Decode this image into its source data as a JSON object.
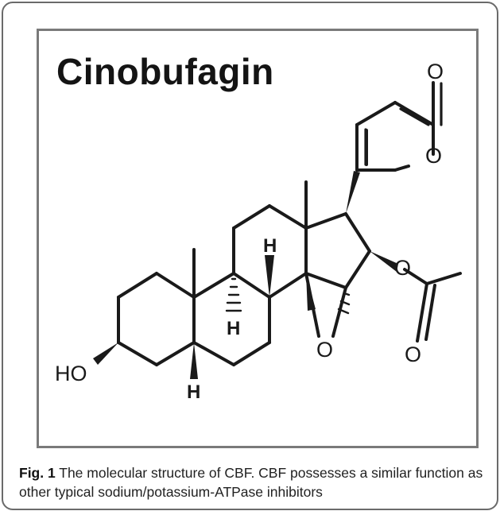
{
  "figure": {
    "title": "Cinobufagin",
    "atoms": {
      "carbonyl_o": "O",
      "ring_o": "O",
      "ester_o": "O",
      "acetyl_o": "O",
      "epoxide_o": "O",
      "hydroxyl": "HO",
      "h_c8": "H",
      "h_c9": "H",
      "h_c5": "H"
    }
  },
  "caption": {
    "label": "Fig. 1",
    "text": "The molecular structure of CBF. CBF possesses a similar function as other typical sodium/potassium-ATPase inhibitors"
  }
}
